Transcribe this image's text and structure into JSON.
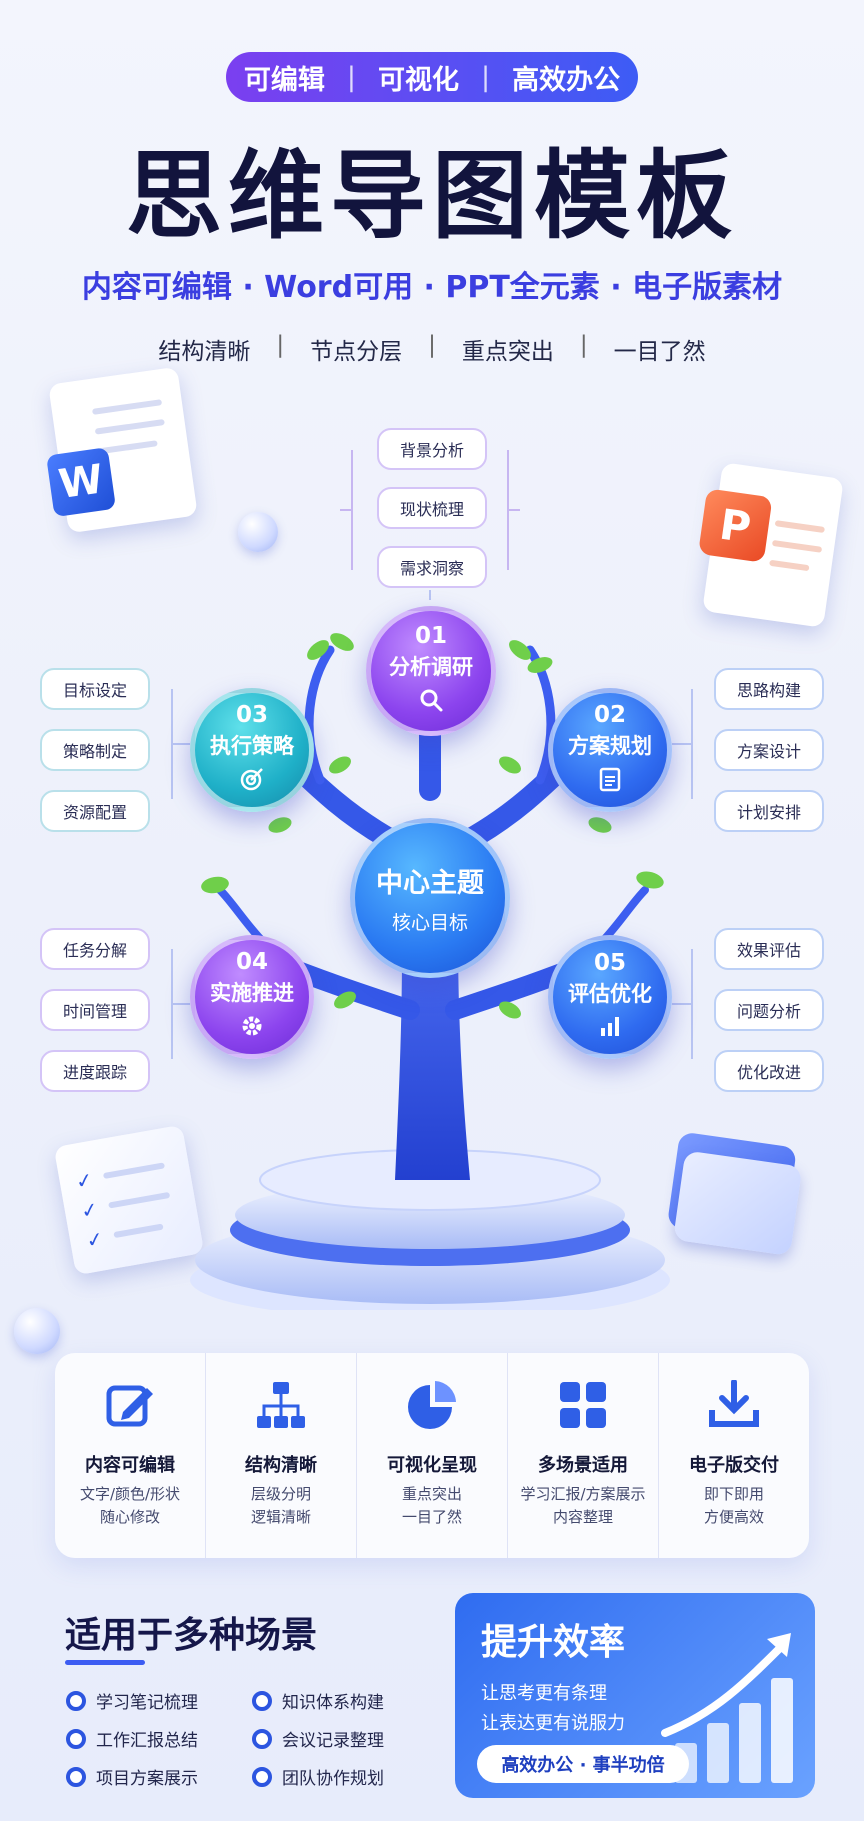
{
  "header": {
    "pill": [
      "可编辑",
      "可视化",
      "高效办公"
    ],
    "pill_sep": "|",
    "title": "思维导图模板",
    "subtitle": "内容可编辑 · Word可用 · PPT全元素 · 电子版素材",
    "tagline": [
      "结构清晰",
      "节点分层",
      "重点突出",
      "一目了然"
    ],
    "tagline_sep": "|"
  },
  "deco": {
    "word_letter": "W",
    "ppt_letter": "P"
  },
  "mindmap": {
    "center": {
      "title": "中心主题",
      "sub": "核心目标"
    },
    "nodes": {
      "n01": {
        "num": "01",
        "label": "分析调研",
        "icon": "search-icon",
        "leaves": [
          "背景分析",
          "现状梳理",
          "需求洞察"
        ]
      },
      "n02": {
        "num": "02",
        "label": "方案规划",
        "icon": "clipboard-icon",
        "leaves": [
          "思路构建",
          "方案设计",
          "计划安排"
        ]
      },
      "n03": {
        "num": "03",
        "label": "执行策略",
        "icon": "target-icon",
        "leaves": [
          "目标设定",
          "策略制定",
          "资源配置"
        ]
      },
      "n04": {
        "num": "04",
        "label": "实施推进",
        "icon": "gear-icon",
        "leaves": [
          "任务分解",
          "时间管理",
          "进度跟踪"
        ]
      },
      "n05": {
        "num": "05",
        "label": "评估优化",
        "icon": "bar-chart-icon",
        "leaves": [
          "效果评估",
          "问题分析",
          "优化改进"
        ]
      }
    }
  },
  "features": [
    {
      "icon": "edit-icon",
      "title": "内容可编辑",
      "desc1": "文字/颜色/形状",
      "desc2": "随心修改"
    },
    {
      "icon": "hierarchy-icon",
      "title": "结构清晰",
      "desc1": "层级分明",
      "desc2": "逻辑清晰"
    },
    {
      "icon": "pie-chart-icon",
      "title": "可视化呈现",
      "desc1": "重点突出",
      "desc2": "一目了然"
    },
    {
      "icon": "grid-icon",
      "title": "多场景适用",
      "desc1": "学习汇报/方案展示",
      "desc2": "内容整理"
    },
    {
      "icon": "download-icon",
      "title": "电子版交付",
      "desc1": "即下即用",
      "desc2": "方便高效"
    }
  ],
  "scenes": {
    "title": "适用于多种场景",
    "items": [
      "学习笔记梳理",
      "知识体系构建",
      "工作汇报总结",
      "会议记录整理",
      "项目方案展示",
      "团队协作规划"
    ]
  },
  "efficiency": {
    "title": "提升效率",
    "line1": "让思考更有条理",
    "line2": "让表达更有说服力",
    "pill": "高效办公 · 事半功倍"
  },
  "colors": {
    "accent": "#3c5cf2",
    "purple": "#8c44ee",
    "teal": "#1fb0c8",
    "navy": "#12143d"
  }
}
